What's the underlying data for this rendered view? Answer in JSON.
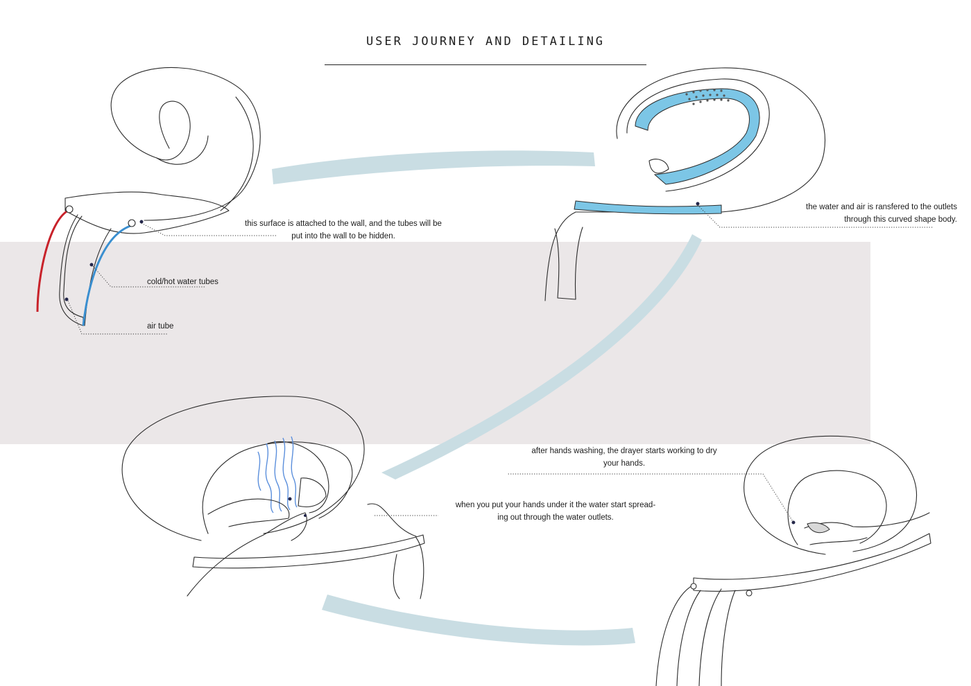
{
  "title": "USER JOURNEY AND DETAILING",
  "colors": {
    "background": "#ffffff",
    "band": "#ebe7e8",
    "flow_arrow": "#c9dde3",
    "water_blue": "#7cc6e6",
    "hot_red": "#c8222a",
    "cold_blue": "#3a8fd0",
    "leader_dot": "#23264a"
  },
  "annotations": {
    "wall_surface": {
      "line1": "this surface is attached to the wall, and the tubes will be",
      "line2": "put into the wall to be hidden."
    },
    "water_tubes": "cold/hot water tubes",
    "air_tube": "air tube",
    "transfer": {
      "line1": "the water and air is ransfered to the outlets",
      "line2": "through this curved shape body."
    },
    "dryer": {
      "line1": "after hands washing, the drayer starts working to dry",
      "line2": "your hands."
    },
    "spreading": {
      "line1": "when you put your hands under it the water start spread-",
      "line2": "ing out through the water outlets."
    }
  },
  "icons": [
    "tap-unit-detail-drawing",
    "water-outlet-drawing",
    "washing-hands-drawing",
    "drying-hands-drawing",
    "flow-arrow"
  ]
}
